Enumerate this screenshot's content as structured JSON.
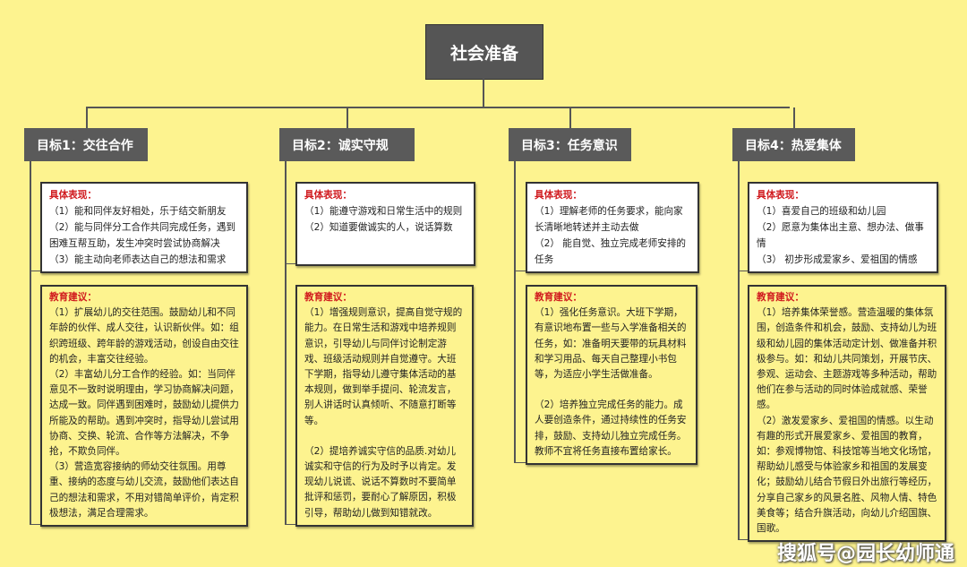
{
  "root": {
    "title": "社会准备"
  },
  "colors": {
    "background": "#fdf38f",
    "node": "#555555",
    "heading": "#d0191d"
  },
  "goals": [
    {
      "title": "目标1：交往合作",
      "perf_heading": "具体表现：",
      "perf": [
        "（1）能和同伴友好相处，乐于结交新朋友",
        "（2）能与同伴分工合作共同完成任务，遇到困难互帮互助，发生冲突时尝试协商解决",
        "（3）能主动向老师表达自己的想法和需求"
      ],
      "adv_heading": "教育建议：",
      "adv": [
        "（1）扩展幼儿的交往范围。鼓励幼儿和不同年龄的伙伴、成人交往，认识新伙伴。如：组织跨班级、跨年龄的游戏活动，创设自由交往的机会，丰富交往经验。",
        "（2）丰富幼儿分工合作的经验。如：当同伴意见不一致时说明理由，学习协商解决问题，达成一致。同伴遇到困难时，鼓励幼儿提供力所能及的帮助。遇到冲突时，指导幼儿尝试用协商、交换、轮流、合作等方法解决，不争抢，不欺负同伴。",
        "（3）营造宽容接纳的师幼交往氛围。用尊重、接纳的态度与幼儿交流，鼓励他们表达自己的想法和需求，不用对错简单评价，肯定积极想法，满足合理需求。"
      ]
    },
    {
      "title": "目标2：诚实守规",
      "perf_heading": "具体表现：",
      "perf": [
        "（1）能遵守游戏和日常生活中的规则",
        "（2）知道要做诚实的人，说话算数"
      ],
      "adv_heading": "教育建议：",
      "adv": [
        "（1）增强规则意识，提高自觉守规的能力。在日常生活和游戏中培养规则意识，引导幼儿与同伴讨论制定游戏、班级活动规则并自觉遵守。大班下学期，指导幼儿遵守集体活动的基本规则，做到举手提问、轮流发言，别人讲话时认真倾听、不随意打断等等。",
        "",
        "（2）提培养诚实守信的品质.对幼儿诚实和守信的行为及时予以肯定。发现幼儿说谎、说话不算数时不要简单批评和惩罚，要耐心了解原因，积极引导，帮助幼儿做到知错就改。"
      ]
    },
    {
      "title": "目标3：任务意识",
      "perf_heading": "具体表现：",
      "perf": [
        "（1）理解老师的任务要求，能向家长清晰地转述并主动去做",
        "（2） 能自觉、独立完成老师安排的任务"
      ],
      "adv_heading": "教育建议：",
      "adv": [
        "（1）强化任务意识。大班下学期，有意识地布置一些与入学准备相关的任务，如：准备明天要带的玩具材料和学习用品、每天自己整理小书包等，为适应小学生活做准备。",
        "",
        "（2）培养独立完成任务的能力。成人要创造条件，通过持续性的任务安排，鼓励、支持幼儿独立完成任务。教师不宜将任务直接布置给家长。"
      ]
    },
    {
      "title": "目标4：热爱集体",
      "perf_heading": "具体表现：",
      "perf": [
        "（1）喜爱自己的班级和幼儿园",
        "（2）愿意为集体出主意、想办法、做事情",
        "（3） 初步形成爱家乡、爱祖国的情感"
      ],
      "adv_heading": "教育建议：",
      "adv": [
        "（1）培养集体荣誉感。营造温暖的集体氛围，创造条件和机会，鼓励、支持幼儿为班级和幼儿园的集体活动定计划、做准备并积极参与。如：和幼儿共同策划，开展节庆、参观、运动会、主题游戏等多种活动，帮助他们在参与活动的同时体验成就感、荣誉感。",
        "（2）激发爱家乡、爱祖国的情感。以生动有趣的形式开展爱家乡、爱祖国的教育，如：参观博物馆、科技馆等当地文化场馆，帮助幼儿感受与体验家乡和祖国的发展变化；鼓励幼儿结合节假日外出旅行等经历，分享自己家乡的风景名胜、风物人情、特色美食等；结合升旗活动，向幼儿介绍国旗、国歌。"
      ]
    }
  ],
  "watermark": "搜狐号@园长幼师通"
}
